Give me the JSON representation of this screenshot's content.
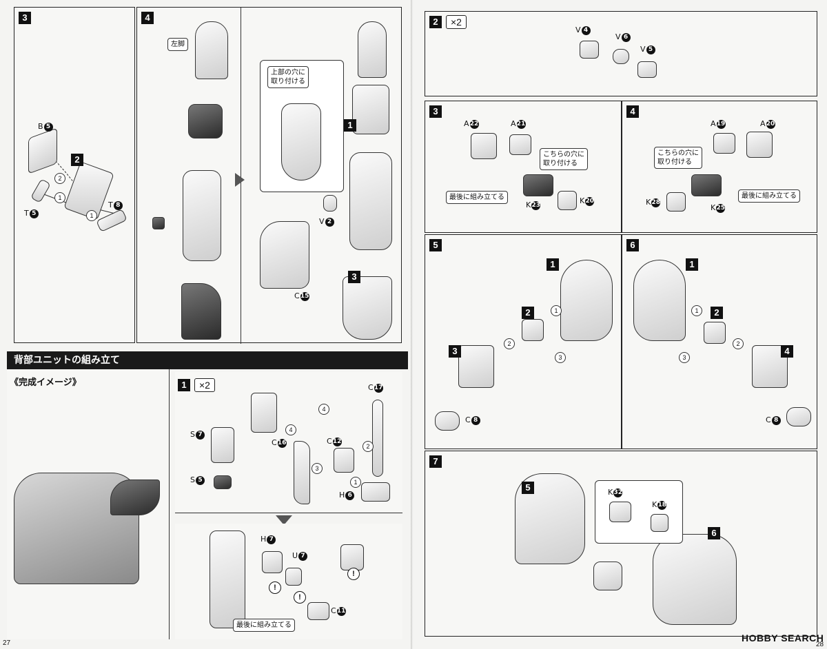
{
  "left_page": {
    "page_number": "27",
    "panels": {
      "p3": {
        "step": "3",
        "labels": [
          "B",
          "T",
          "T"
        ],
        "nums": [
          "5",
          "5",
          "8"
        ],
        "inner_step": "2",
        "circles": [
          "2",
          "1",
          "1"
        ]
      },
      "p4": {
        "step": "4",
        "tag": "左脚"
      },
      "p4b": {
        "note": "上部の穴に\n取り付ける",
        "steps": [
          "1",
          "3"
        ],
        "labels": [
          "V",
          "C"
        ],
        "nums": [
          "2",
          "15"
        ]
      }
    },
    "section_header": "背部ユニットの組み立て",
    "complete_image_title": "《完成イメージ》",
    "assembly": {
      "step": "1",
      "multiplier": "×2",
      "labels": [
        "S",
        "S",
        "C",
        "C",
        "C",
        "H"
      ],
      "nums": [
        "7",
        "5",
        "16",
        "12",
        "17",
        "6"
      ],
      "circles": [
        "4",
        "4",
        "3",
        "2",
        "1"
      ]
    },
    "assembly2": {
      "labels": [
        "H",
        "U",
        "C"
      ],
      "nums": [
        "7",
        "7",
        "11"
      ],
      "note": "最後に組み立てる",
      "bang": "!"
    }
  },
  "right_page": {
    "page_number": "28",
    "p2": {
      "step": "2",
      "multiplier": "×2",
      "labels": [
        "V",
        "V",
        "V"
      ],
      "nums": [
        "4",
        "6",
        "5"
      ]
    },
    "p3": {
      "step": "3",
      "labels": [
        "A",
        "A",
        "K",
        "K"
      ],
      "nums": [
        "22",
        "21",
        "23",
        "20"
      ],
      "note1": "こちらの穴に\n取り付ける",
      "note2": "最後に組み立てる"
    },
    "p4": {
      "step": "4",
      "labels": [
        "A",
        "A",
        "K",
        "K"
      ],
      "nums": [
        "19",
        "20",
        "28",
        "25"
      ],
      "note1": "こちらの穴に\n取り付ける",
      "note2": "最後に組み立てる"
    },
    "p5": {
      "step": "5",
      "sub": [
        "1",
        "2",
        "3"
      ],
      "circles": [
        "1",
        "2",
        "3"
      ],
      "label": "C",
      "num": "8"
    },
    "p6": {
      "step": "6",
      "sub": [
        "1",
        "2",
        "4"
      ],
      "circles": [
        "1",
        "2",
        "3"
      ],
      "label": "C",
      "num": "8"
    },
    "p7": {
      "step": "7",
      "sub": [
        "5",
        "6"
      ],
      "labels": [
        "K",
        "K"
      ],
      "nums": [
        "32",
        "18"
      ]
    },
    "logo": "HOBBY SEARCH"
  }
}
